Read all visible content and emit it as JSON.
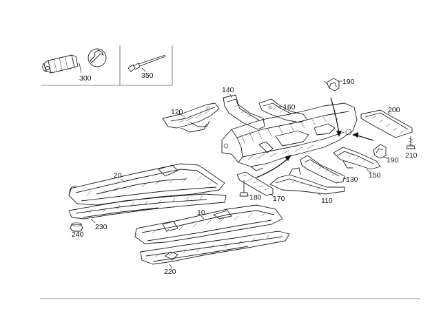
{
  "callouts": {
    "p300": "300",
    "p350": "350",
    "p190a": "190",
    "p140": "140",
    "p160": "160",
    "p120": "120",
    "p200": "200",
    "p190b": "190",
    "p210": "210",
    "p150": "150",
    "p130": "130",
    "p20": "20",
    "p180": "180",
    "p170": "170",
    "p110": "110",
    "p10": "10",
    "p230": "230",
    "p240": "240",
    "p220": "220"
  },
  "icons": {
    "tube": "sealant-tube-icon",
    "wrench": "wrench-icon",
    "rivet": "rivet-icon"
  }
}
